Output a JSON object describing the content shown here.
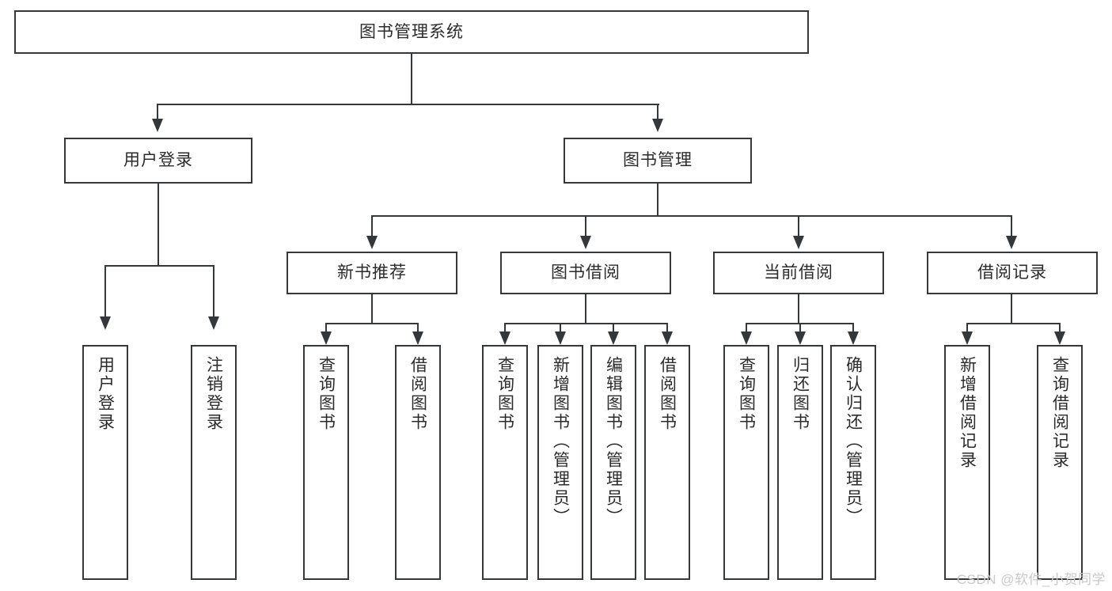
{
  "diagram": {
    "type": "tree-hierarchy",
    "title": "图书管理系统",
    "watermark": "CSDN @软件_小贺同学",
    "root": {
      "label": "图书管理系统"
    },
    "level2": [
      {
        "label": "用户登录"
      },
      {
        "label": "图书管理"
      }
    ],
    "level3": [
      {
        "label": "新书推荐"
      },
      {
        "label": "图书借阅"
      },
      {
        "label": "当前借阅"
      },
      {
        "label": "借阅记录"
      }
    ],
    "leaves": {
      "user_login": [
        {
          "label": "用户登录"
        },
        {
          "label": "注销登录"
        }
      ],
      "new_book_recommend": [
        {
          "label": "查询图书"
        },
        {
          "label": "借阅图书"
        }
      ],
      "book_borrow": [
        {
          "label": "查询图书"
        },
        {
          "label": "新增图书（管理员）"
        },
        {
          "label": "编辑图书（管理员）"
        },
        {
          "label": "借阅图书"
        }
      ],
      "current_borrow": [
        {
          "label": "查询图书"
        },
        {
          "label": "归还图书"
        },
        {
          "label": "确认归还（管理员）"
        }
      ],
      "borrow_records": [
        {
          "label": "新增借阅记录"
        },
        {
          "label": "查询借阅记录"
        }
      ]
    },
    "colors": {
      "stroke": "#35383b",
      "fill": "#ffffff",
      "text": "#2b2b2b",
      "watermark": "#c9c9c9"
    }
  }
}
